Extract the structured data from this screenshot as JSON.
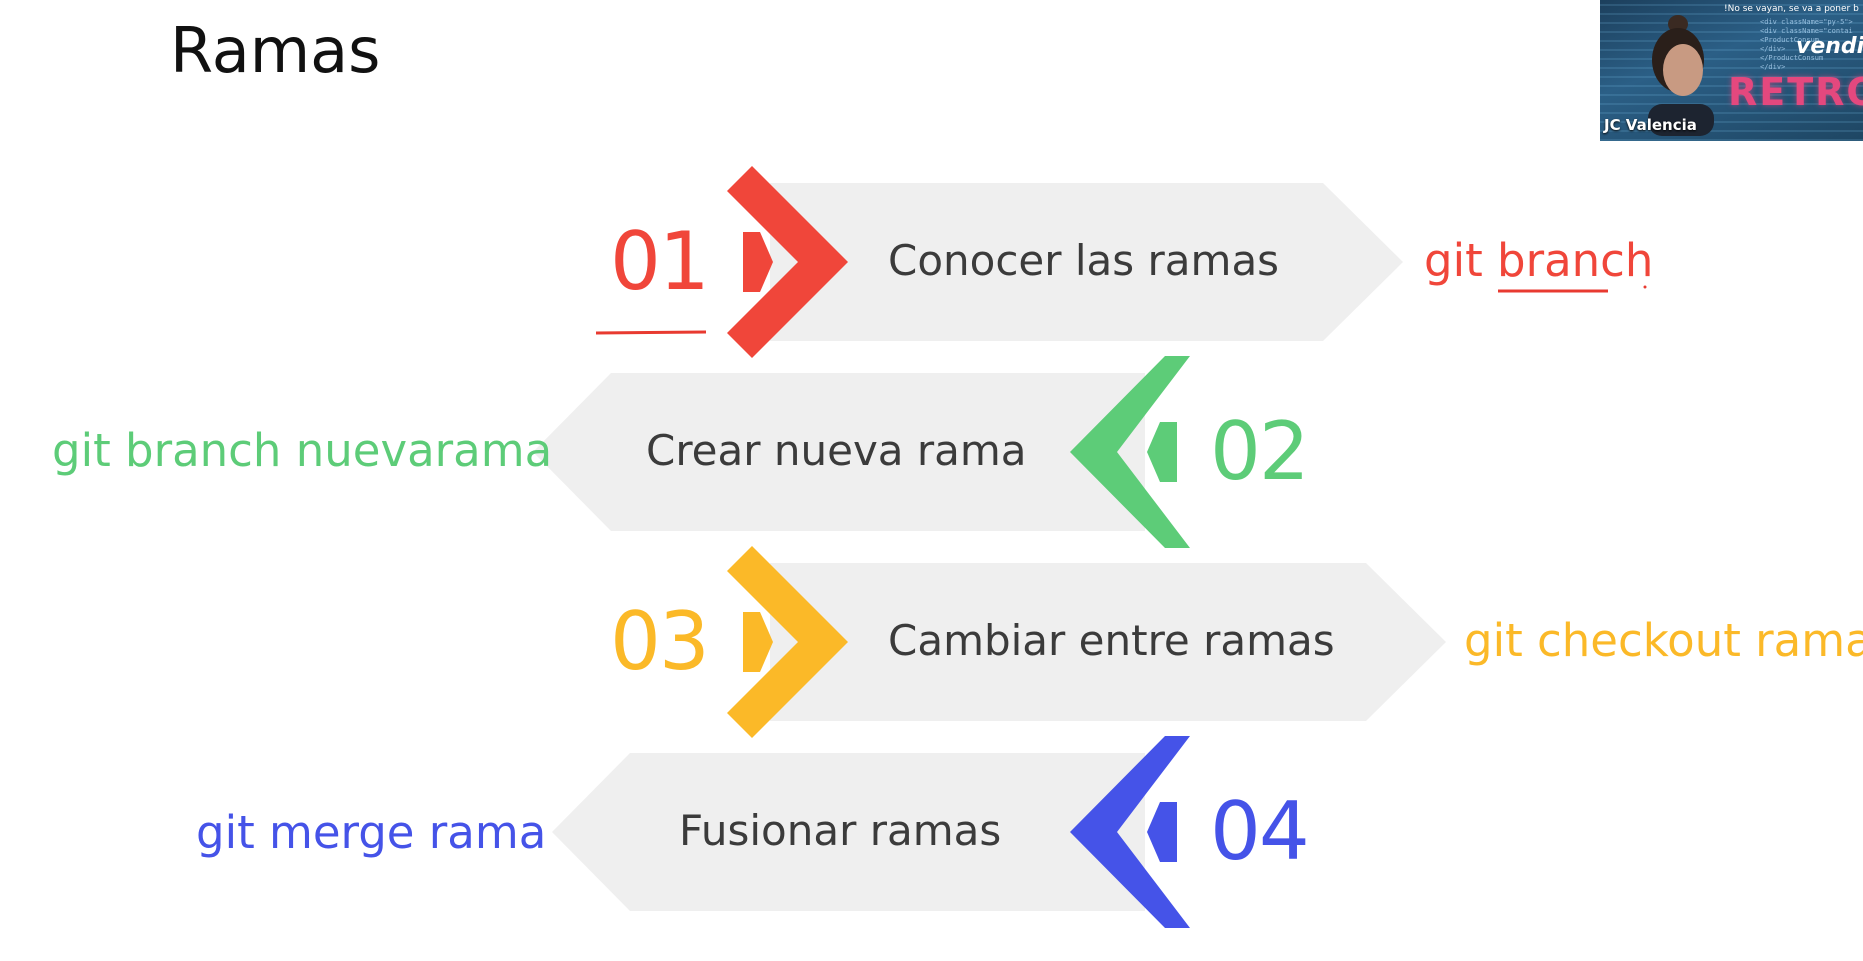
{
  "slide": {
    "title": "Ramas"
  },
  "steps": [
    {
      "number": "01",
      "label": "Conocer las ramas",
      "command": "git branch",
      "color": "#f0463a"
    },
    {
      "number": "02",
      "label": "Crear nueva rama",
      "command": "git branch nuevarama",
      "color": "#5dcc78"
    },
    {
      "number": "03",
      "label": "Cambiar entre ramas",
      "command": "git checkout rama",
      "color": "#fbb928"
    },
    {
      "number": "04",
      "label": "Fusionar ramas",
      "command": "git merge rama",
      "color": "#4553e8"
    }
  ],
  "colors": {
    "band": "#efefef",
    "annotation": "#e83a30"
  },
  "webcam": {
    "participant_name": "JC Valencia",
    "banner_text": "!No se vayan, se va a poner b",
    "overlay_word_1": "vendi",
    "overlay_word_2": "RETRO"
  }
}
